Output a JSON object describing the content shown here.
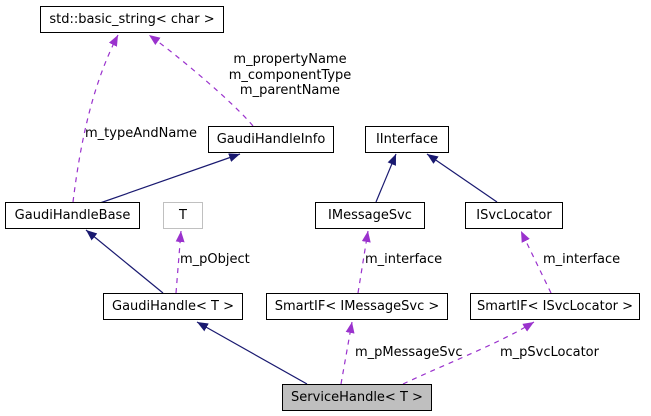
{
  "colors": {
    "inheritance_edge": "#191970",
    "usage_edge": "#9a32cd",
    "node_border": "#000000",
    "node_fill": "#ffffff",
    "current_node_fill": "#bfbfbf",
    "template_param_border": "#c0c0c0",
    "background": "#ffffff"
  },
  "nodes": {
    "basic_string": "std::basic_string< char >",
    "gaudi_handle_info": "GaudiHandleInfo",
    "iinterface": "IInterface",
    "gaudi_handle_base": "GaudiHandleBase",
    "template_param": "T",
    "imessage_svc": "IMessageSvc",
    "isvc_locator": "ISvcLocator",
    "gaudi_handle": "GaudiHandle< T >",
    "smartif_imessagesvc": "SmartIF< IMessageSvc >",
    "smartif_isvclocator": "SmartIF< ISvcLocator >",
    "service_handle": "ServiceHandle< T >"
  },
  "edge_labels": {
    "info_to_string": [
      "m_propertyName",
      "m_componentType",
      "m_parentName"
    ],
    "base_to_string": "m_typeAndName",
    "handle_to_t": "m_pObject",
    "smartif_msg_to_imessagesvc": "m_interface",
    "smartif_loc_to_isvclocator": "m_interface",
    "service_to_smartif_msg": "m_pMessageSvc",
    "service_to_smartif_loc": "m_pSvcLocator"
  }
}
